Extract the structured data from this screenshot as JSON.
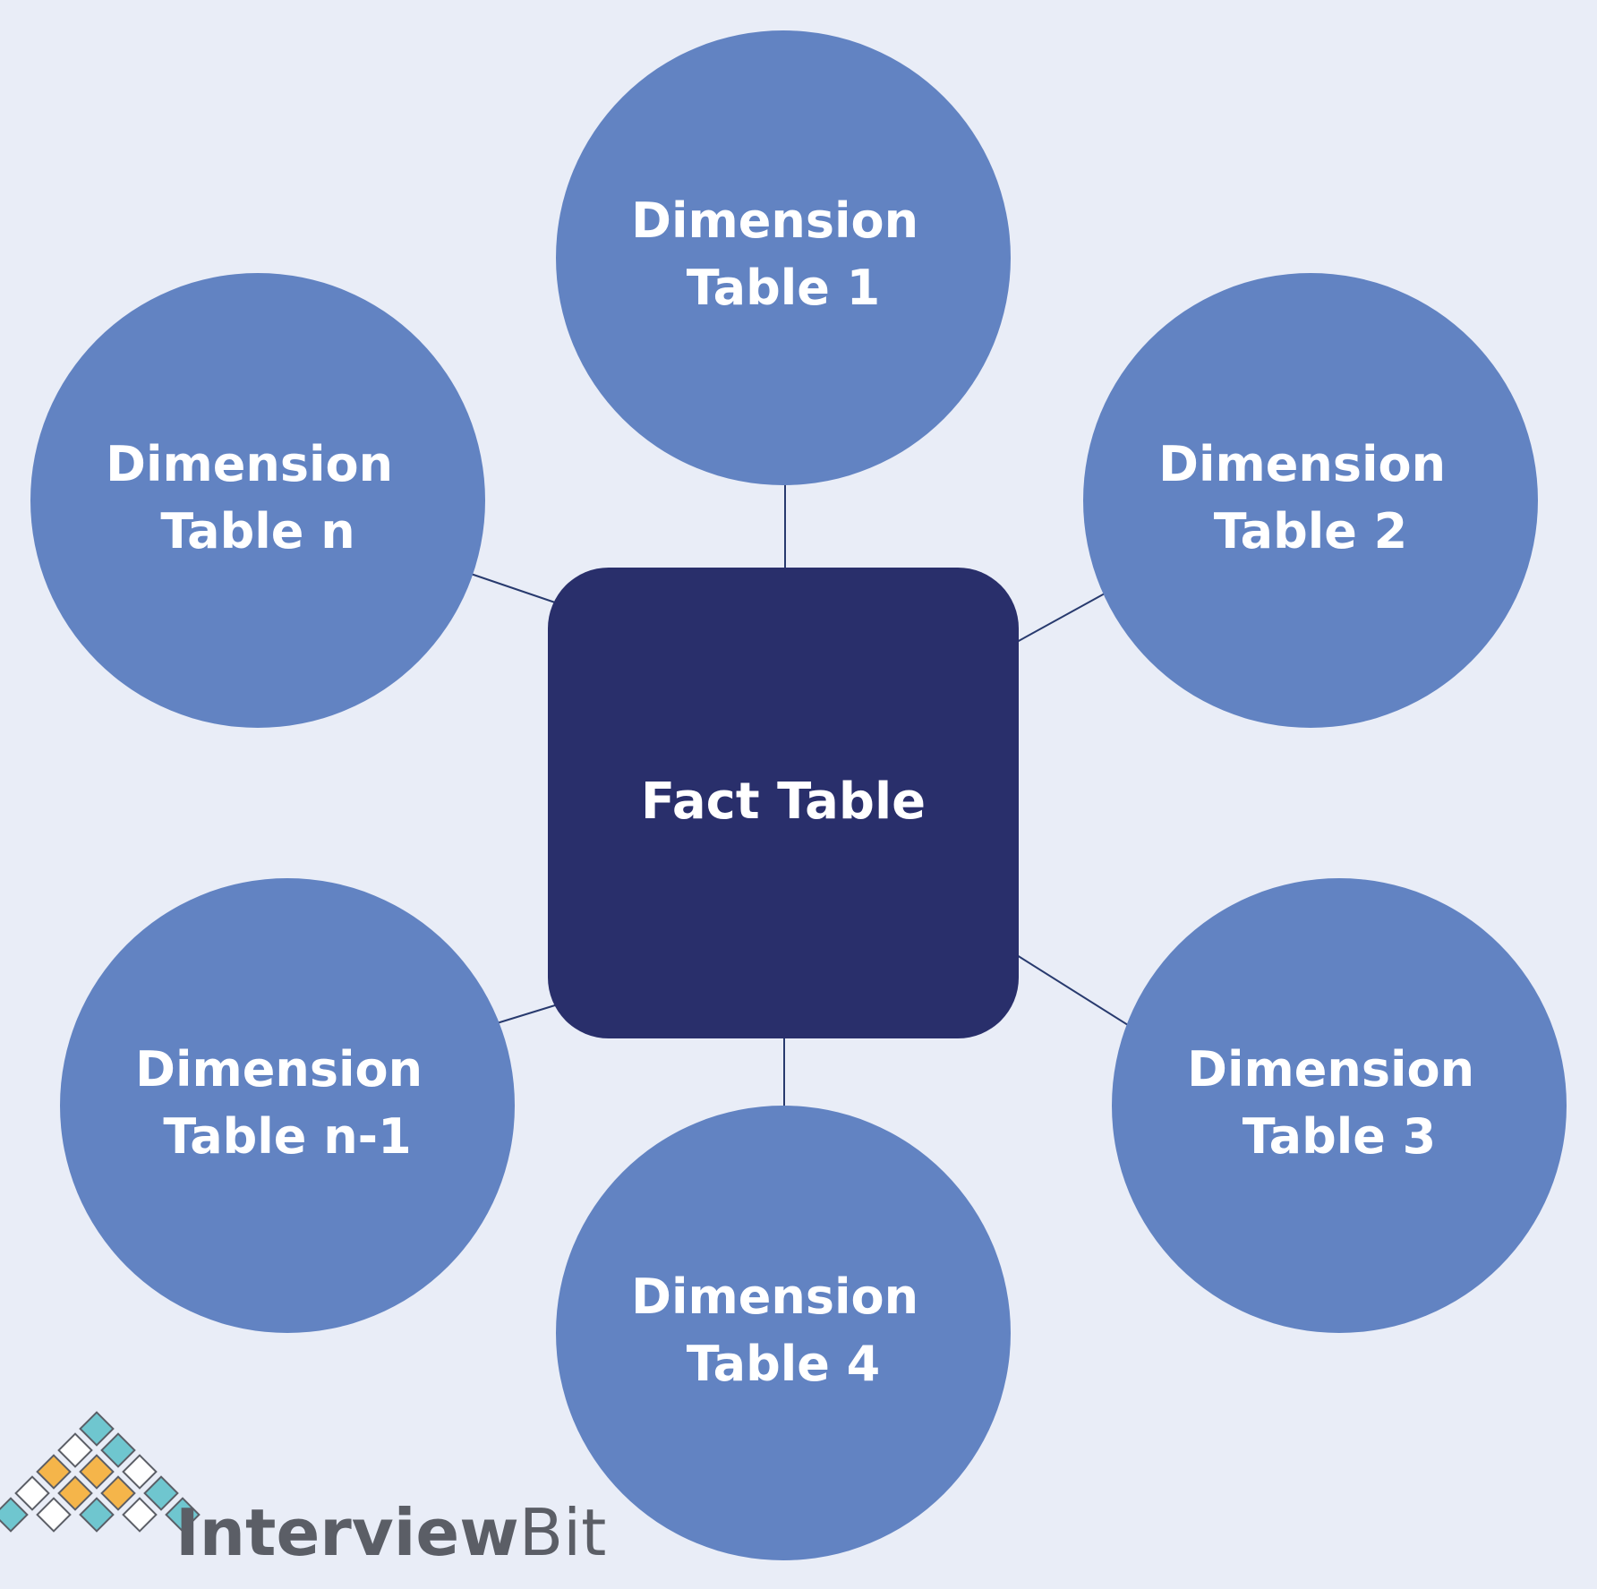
{
  "diagram": {
    "fact_table": {
      "label": "Fact Table"
    },
    "dimension_tables": [
      {
        "id": "dim-1",
        "line1": "Dimension",
        "line2": "Table 1"
      },
      {
        "id": "dim-2",
        "line1": "Dimension",
        "line2": "Table 2"
      },
      {
        "id": "dim-3",
        "line1": "Dimension",
        "line2": "Table 3"
      },
      {
        "id": "dim-4",
        "line1": "Dimension",
        "line2": "Table 4"
      },
      {
        "id": "dim-n-1",
        "line1": "Dimension",
        "line2": "Table n-1"
      },
      {
        "id": "dim-n",
        "line1": "Dimension",
        "line2": "Table n"
      }
    ],
    "colors": {
      "background": "#e9edf7",
      "dimension_fill": "#6283c2",
      "fact_fill": "#292f6b",
      "connector": "#283a6e",
      "text": "#ffffff"
    }
  },
  "logo": {
    "wordmark_bold": "Interview",
    "wordmark_light": "Bit",
    "icon": "diamond-grid-logo-icon",
    "colors": [
      "#f5b54a",
      "#6fc6cf",
      "#ffffff",
      "#5b5e66"
    ]
  }
}
